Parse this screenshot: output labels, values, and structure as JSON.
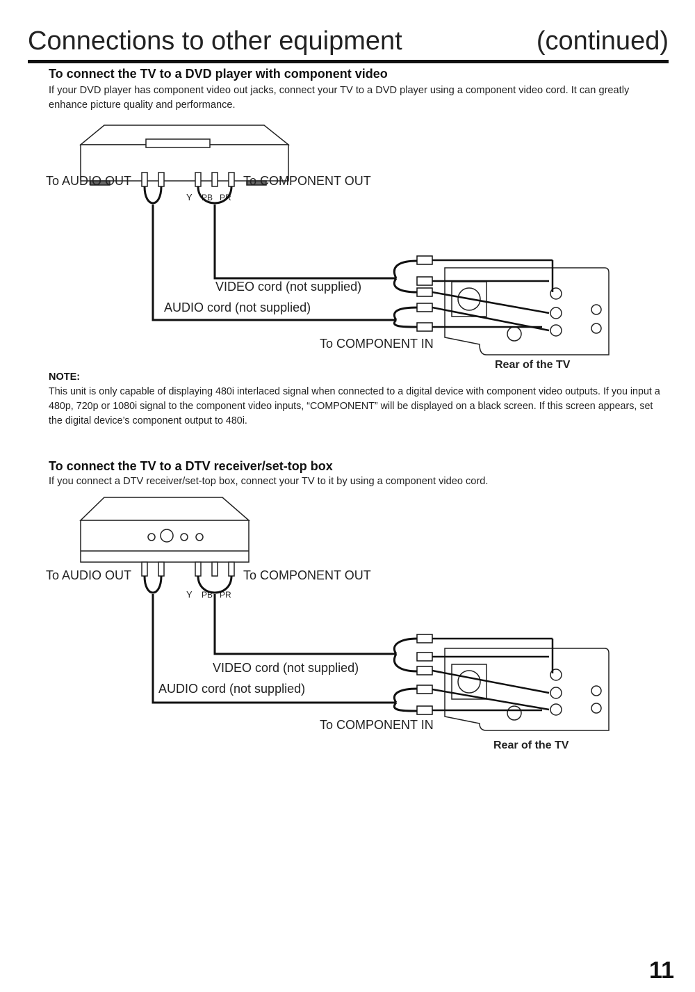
{
  "header": {
    "title": "Connections to other equipment",
    "continued": "(continued)"
  },
  "section1": {
    "heading": "To connect the TV to a DVD player with component video",
    "body": "If your DVD player has component video out jacks, connect your TV to a DVD player using a component video cord. It can greatly enhance picture quality and performance.",
    "diagram": {
      "audio_out": "To AUDIO OUT",
      "component_out": "To COMPONENT OUT",
      "y": "Y",
      "pb": "PB",
      "pr": "PR",
      "video_cord": "VIDEO cord (not supplied)",
      "audio_cord": "AUDIO cord (not supplied)",
      "component_in": "To COMPONENT IN",
      "rear": "Rear of the TV"
    }
  },
  "note": {
    "heading": "NOTE:",
    "body": "This unit is only capable of displaying 480i interlaced signal when connected to a digital device with component video outputs. If you input a 480p, 720p or 1080i signal to the component video inputs, “COMPONENT” will be displayed on a black screen. If this screen appears, set the digital device’s component output to 480i."
  },
  "section2": {
    "heading": "To connect the TV to a DTV receiver/set-top box",
    "body": "If you connect a DTV receiver/set-top box, connect your TV to it by using a component video cord.",
    "diagram": {
      "audio_out": "To AUDIO OUT",
      "component_out": "To COMPONENT OUT",
      "y": "Y",
      "pb": "PB",
      "pr": "PR",
      "video_cord": "VIDEO cord (not supplied)",
      "audio_cord": "AUDIO cord (not supplied)",
      "component_in": "To COMPONENT IN",
      "rear": "Rear of the TV"
    }
  },
  "page_number": "11"
}
